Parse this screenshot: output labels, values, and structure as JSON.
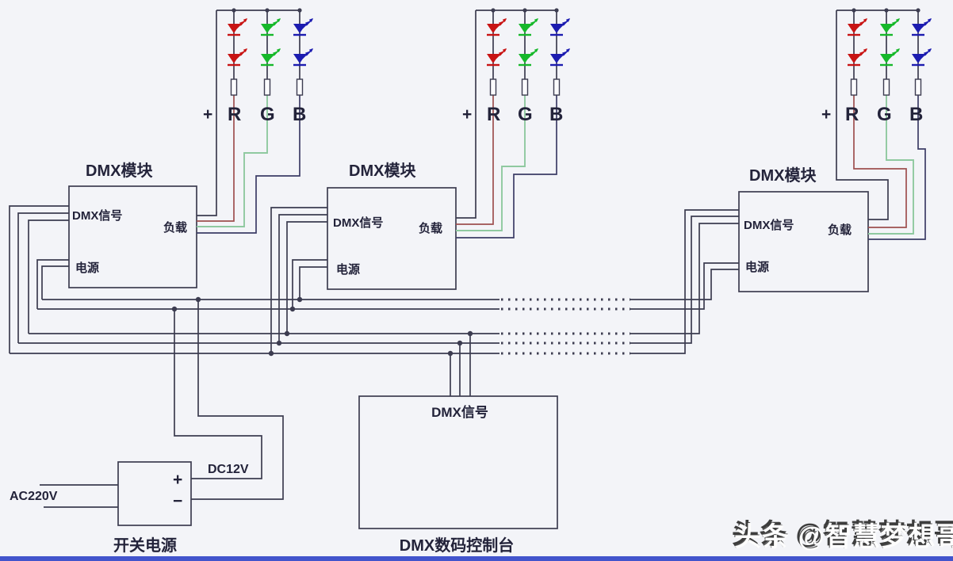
{
  "colors": {
    "background": "#f3f4f8",
    "wire": "#3c3c50",
    "red_wire": "#9e4f4f",
    "green_wire": "#8fc9a0",
    "blue_wire": "#3c3c66",
    "led_red": "#c81414",
    "led_green": "#16b82a",
    "led_blue": "#1c1cb0",
    "bottom_bar": "#4254cc",
    "text": "#23233a"
  },
  "led_labels": {
    "plus": "+",
    "r": "R",
    "g": "G",
    "b": "B"
  },
  "modules": [
    {
      "title": "DMX模块",
      "signal_label": "DMX信号",
      "load_label": "负载",
      "power_label": "电源"
    },
    {
      "title": "DMX模块",
      "signal_label": "DMX信号",
      "load_label": "负载",
      "power_label": "电源"
    },
    {
      "title": "DMX模块",
      "signal_label": "DMX信号",
      "load_label": "负载",
      "power_label": "电源"
    }
  ],
  "power_supply": {
    "ac_input_label": "AC220V",
    "dc_output_label": "DC12V",
    "plus_label": "+",
    "minus_label": "−",
    "caption": "开关电源"
  },
  "console": {
    "signal_label": "DMX信号",
    "caption": "DMX数码控制台"
  },
  "watermark": "头条 @智慧梦想哥"
}
